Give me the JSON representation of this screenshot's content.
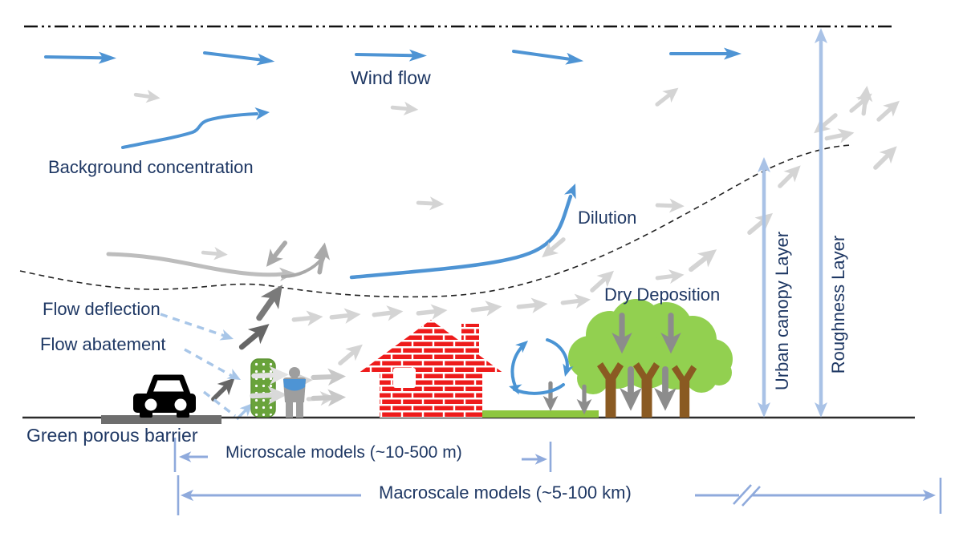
{
  "labels": {
    "wind_flow": "Wind flow",
    "background_concentration": "Background concentration",
    "flow_deflection": "Flow deflection",
    "flow_abatement": "Flow abatement",
    "green_porous_barrier": "Green porous barrier",
    "dilution": "Dilution",
    "dry_deposition": "Dry Deposition",
    "urban_canopy_layer": "Urban canopy Layer",
    "roughness_layer": "Roughness Layer",
    "microscale": "Microscale models (~10-500 m)",
    "macroscale": "Macroscale models (~5-100 km)"
  },
  "colors": {
    "text_navy": "#1f3864",
    "wind_blue": "#4e94d4",
    "dashed_light_blue": "#a8c6e8",
    "layer_arrow_blue": "#a9c2e6",
    "bracket_blue": "#8faadc",
    "light_gray_arrow": "#d4d4d4",
    "dark_gray_arrow": "#666666",
    "barrier_green": "#69a33b",
    "canopy_green": "#92d050",
    "grass_green": "#8dc63f",
    "trunk_brown": "#8a5a22",
    "house_red": "#ee1b1b",
    "road_gray": "#6e6e6e"
  },
  "icons": {
    "car": "car-icon",
    "person": "person-icon",
    "house": "brick-house-icon",
    "trees": "trees-icon",
    "barrier": "green-porous-barrier-icon"
  }
}
